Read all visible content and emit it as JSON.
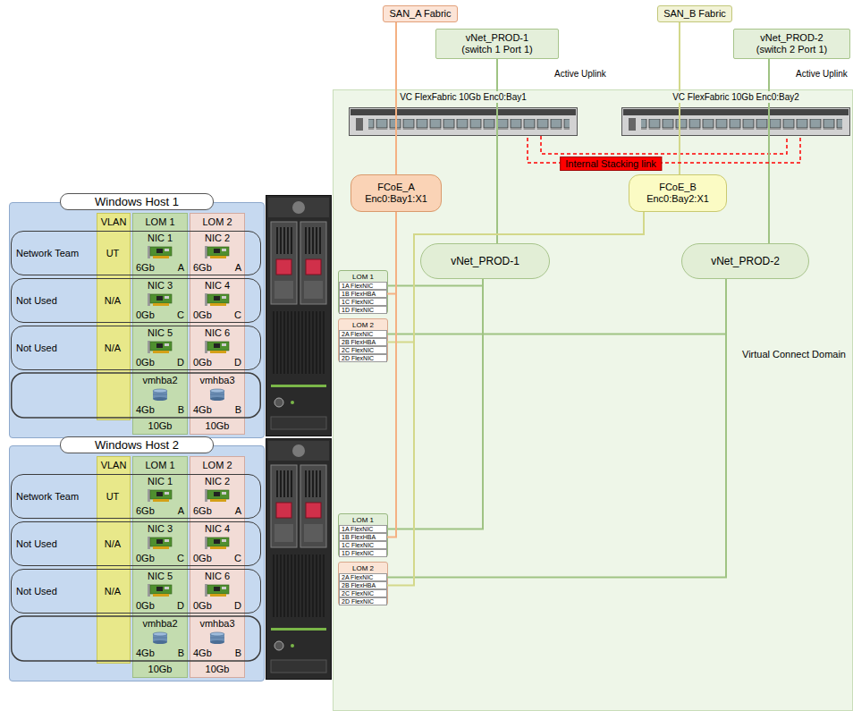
{
  "diagram": {
    "nodes": [
      {
        "text": [
          "SAN_A Fabric"
        ]
      },
      {
        "text": [
          "SAN_B Fabric"
        ]
      },
      {
        "text": [
          "vNet_PROD-1 (switch 1 Port 1)"
        ]
      },
      {
        "text": [
          "vNet_PROD-2 (switch 2 Port 1)"
        ]
      },
      {
        "text": [
          "Virtual Connect Domain"
        ]
      },
      {
        "text": [
          "VC FlexFabric 10Gb Enc0:Bay1"
        ],
        "in": 4
      },
      {
        "text": [
          "VC FlexFabric 10Gb Enc0:Bay2"
        ],
        "in": 4
      },
      {
        "text": [
          "FCoE_A Enc0:Bay1:X1"
        ],
        "in": 4
      },
      {
        "text": [
          "FCoE_B Enc0:Bay2:X1"
        ],
        "in": 4
      },
      {
        "text": [
          "vNet_PROD-1"
        ],
        "in": 4
      },
      {
        "text": [
          "vNet_PROD-2"
        ],
        "in": 4
      },
      {
        "text": [
          "Windows Host 1"
        ]
      },
      {
        "text": [
          "LOM 1",
          "10Gb"
        ],
        "in": 11
      },
      {
        "text": [
          "LOM 2",
          "10Gb"
        ],
        "in": 11
      },
      {
        "text": [
          "VLAN"
        ],
        "in": 11
      },
      {
        "text": [
          "Network Team",
          "UT"
        ],
        "in": 11
      },
      {
        "text": [
          "Not Used",
          "N/A"
        ],
        "in": 11
      },
      {
        "text": [
          "Not Used",
          "N/A"
        ],
        "in": 11
      },
      {
        "text": [
          "NIC 1",
          "6Gb",
          "A"
        ],
        "in": 12
      },
      {
        "text": [
          "NIC 2",
          "6Gb",
          "A"
        ],
        "in": 13
      },
      {
        "text": [
          "NIC 3",
          "0Gb",
          "C"
        ],
        "in": 12
      },
      {
        "text": [
          "NIC 4",
          "0Gb",
          "C"
        ],
        "in": 13
      },
      {
        "text": [
          "NIC 5",
          "0Gb",
          "D"
        ],
        "in": 12
      },
      {
        "text": [
          "NIC 6",
          "0Gb",
          "D"
        ],
        "in": 13
      },
      {
        "text": [
          "vmhba2",
          "4Gb",
          "B"
        ],
        "in": 12
      },
      {
        "text": [
          "vmhba3",
          "4Gb",
          "B"
        ],
        "in": 13
      },
      {
        "text": [
          "LOM 1"
        ],
        "in": 4
      },
      {
        "text": [
          "1A FlexNIC"
        ],
        "in": 26
      },
      {
        "text": [
          "1B FlexHBA"
        ],
        "in": 26
      },
      {
        "text": [
          "1C FlexNIC"
        ],
        "in": 26
      },
      {
        "text": [
          "1D FlexNIC"
        ],
        "in": 26
      },
      {
        "text": [
          "LOM 2"
        ],
        "in": 4
      },
      {
        "text": [
          "2A FlexNIC"
        ],
        "in": 31
      },
      {
        "text": [
          "2B FlexHBA"
        ],
        "in": 31
      },
      {
        "text": [
          "2C FlexNIC"
        ],
        "in": 31
      },
      {
        "text": [
          "2D FlexNIC"
        ],
        "in": 31
      },
      {
        "text": [
          "Windows Host 2"
        ]
      },
      {
        "text": [
          "LOM 1",
          "10Gb"
        ],
        "in": 36
      },
      {
        "text": [
          "LOM 2",
          "10Gb"
        ],
        "in": 36
      },
      {
        "text": [
          "VLAN"
        ],
        "in": 36
      },
      {
        "text": [
          "Network Team",
          "UT"
        ],
        "in": 36
      },
      {
        "text": [
          "Not Used",
          "N/A"
        ],
        "in": 36
      },
      {
        "text": [
          "Not Used",
          "N/A"
        ],
        "in": 36
      },
      {
        "text": [
          "NIC 1",
          "6Gb",
          "A"
        ],
        "in": 37
      },
      {
        "text": [
          "NIC 2",
          "6Gb",
          "A"
        ],
        "in": 38
      },
      {
        "text": [
          "NIC 3",
          "0Gb",
          "C"
        ],
        "in": 37
      },
      {
        "text": [
          "NIC 4",
          "0Gb",
          "C"
        ],
        "in": 38
      },
      {
        "text": [
          "NIC 5",
          "0Gb",
          "D"
        ],
        "in": 37
      },
      {
        "text": [
          "NIC 6",
          "0Gb",
          "D"
        ],
        "in": 38
      },
      {
        "text": [
          "vmhba2",
          "4Gb",
          "B"
        ],
        "in": 37
      },
      {
        "text": [
          "vmhba3",
          "4Gb",
          "B"
        ],
        "in": 38
      },
      {
        "text": [
          "LOM 1"
        ],
        "in": 4
      },
      {
        "text": [
          "1A FlexNIC"
        ],
        "in": 51
      },
      {
        "text": [
          "1B FlexHBA"
        ],
        "in": 51
      },
      {
        "text": [
          "1C FlexNIC"
        ],
        "in": 51
      },
      {
        "text": [
          "1D FlexNIC"
        ],
        "in": 51
      },
      {
        "text": [
          "LOM 2"
        ],
        "in": 4
      },
      {
        "text": [
          "2A FlexNIC"
        ],
        "in": 56
      },
      {
        "text": [
          "2B FlexHBA"
        ],
        "in": 56
      },
      {
        "text": [
          "2C FlexNIC"
        ],
        "in": 56
      },
      {
        "text": [
          "2D FlexNIC"
        ],
        "in": 56
      }
    ],
    "edges": [
      {
        "from": 0,
        "to": 7,
        "arrow": "none"
      },
      {
        "from": 1,
        "to": 8,
        "arrow": "none"
      },
      {
        "from": 2,
        "to": 9,
        "arrow": "none",
        "label": "Active Uplink"
      },
      {
        "from": 3,
        "to": 10,
        "arrow": "none",
        "label": "Active Uplink"
      },
      {
        "from": 5,
        "to": 6,
        "arrow": "none",
        "label": "Internal Stacking link"
      },
      {
        "from": 27,
        "to": 9,
        "arrow": "none"
      },
      {
        "from": 28,
        "to": 7,
        "arrow": "none"
      },
      {
        "from": 32,
        "to": 10,
        "arrow": "none"
      },
      {
        "from": 33,
        "to": 8,
        "arrow": "none"
      },
      {
        "from": 52,
        "to": 9,
        "arrow": "none"
      },
      {
        "from": 53,
        "to": 7,
        "arrow": "none"
      },
      {
        "from": 57,
        "to": 10,
        "arrow": "none"
      },
      {
        "from": 58,
        "to": 8,
        "arrow": "none"
      }
    ]
  }
}
